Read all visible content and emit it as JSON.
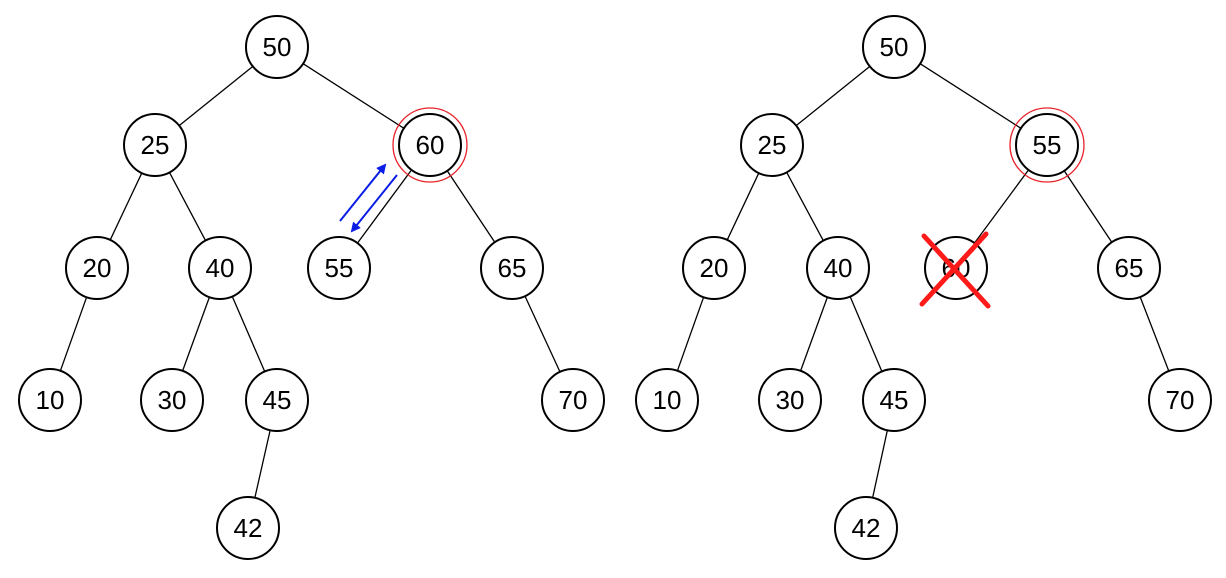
{
  "colors": {
    "edge": "#000000",
    "node_stroke": "#000000",
    "highlight_ring": "#e8222a",
    "swap_arrow": "#0a1ee6",
    "delete_mark": "#ff1a1a"
  },
  "trees": [
    {
      "id": "before",
      "nodes": [
        "50",
        "25",
        "60",
        "20",
        "40",
        "55",
        "65",
        "10",
        "30",
        "45",
        "70",
        "42"
      ],
      "edges": [
        [
          "50",
          "25"
        ],
        [
          "50",
          "60"
        ],
        [
          "25",
          "20"
        ],
        [
          "25",
          "40"
        ],
        [
          "60",
          "55"
        ],
        [
          "60",
          "65"
        ],
        [
          "20",
          "10"
        ],
        [
          "40",
          "30"
        ],
        [
          "40",
          "45"
        ],
        [
          "65",
          "70"
        ],
        [
          "45",
          "42"
        ]
      ],
      "highlighted": "60",
      "swap_between": [
        "55",
        "60"
      ]
    },
    {
      "id": "after",
      "nodes": [
        "50",
        "25",
        "55",
        "20",
        "40",
        "60",
        "65",
        "10",
        "30",
        "45",
        "70",
        "42"
      ],
      "edges": [
        [
          "50",
          "25"
        ],
        [
          "50",
          "55"
        ],
        [
          "25",
          "20"
        ],
        [
          "25",
          "40"
        ],
        [
          "55",
          "60"
        ],
        [
          "55",
          "65"
        ],
        [
          "20",
          "10"
        ],
        [
          "40",
          "30"
        ],
        [
          "40",
          "45"
        ],
        [
          "65",
          "70"
        ],
        [
          "45",
          "42"
        ]
      ],
      "highlighted": "55",
      "deleted": "60"
    }
  ]
}
